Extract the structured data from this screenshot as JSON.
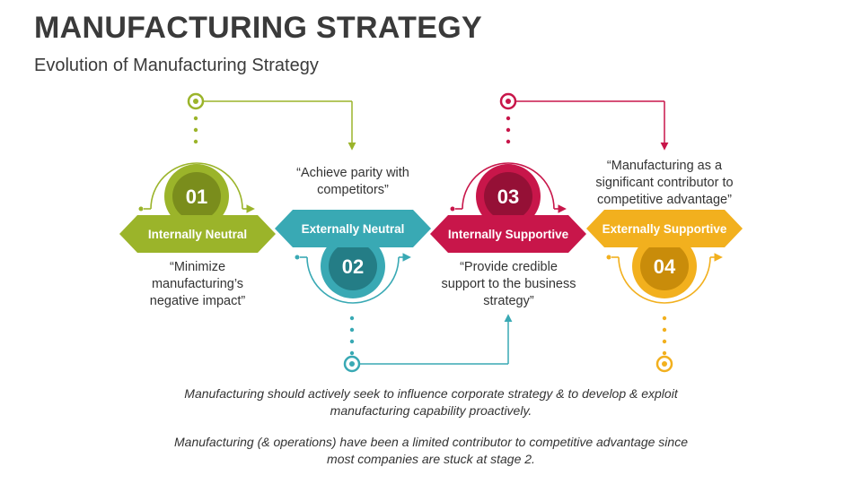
{
  "title": "MANUFACTURING STRATEGY",
  "subtitle": "Evolution of Manufacturing Strategy",
  "colors": {
    "stage1": "#9bb42a",
    "stage1_dark": "#7a8d1c",
    "stage2": "#39a9b4",
    "stage2_dark": "#247d86",
    "stage3": "#c8164a",
    "stage3_dark": "#951036",
    "stage4": "#f2b01e",
    "stage4_dark": "#c98c0a"
  },
  "stages": [
    {
      "number": "01",
      "label": "Internally Neutral",
      "quote": "“Minimize manufacturing’s negative impact”"
    },
    {
      "number": "02",
      "label": "Externally Neutral",
      "quote": "“Achieve parity with competitors”"
    },
    {
      "number": "03",
      "label": "Internally Supportive",
      "quote": "“Provide credible support to the business strategy”"
    },
    {
      "number": "04",
      "label": "Externally Supportive",
      "quote": "“Manufacturing as a significant contributor to competitive advantage”"
    }
  ],
  "notes": [
    "Manufacturing should actively seek to influence corporate strategy & to develop & exploit manufacturing capability proactively.",
    "Manufacturing (& operations) have been a limited contributor to competitive advantage since most companies are stuck at stage 2."
  ]
}
